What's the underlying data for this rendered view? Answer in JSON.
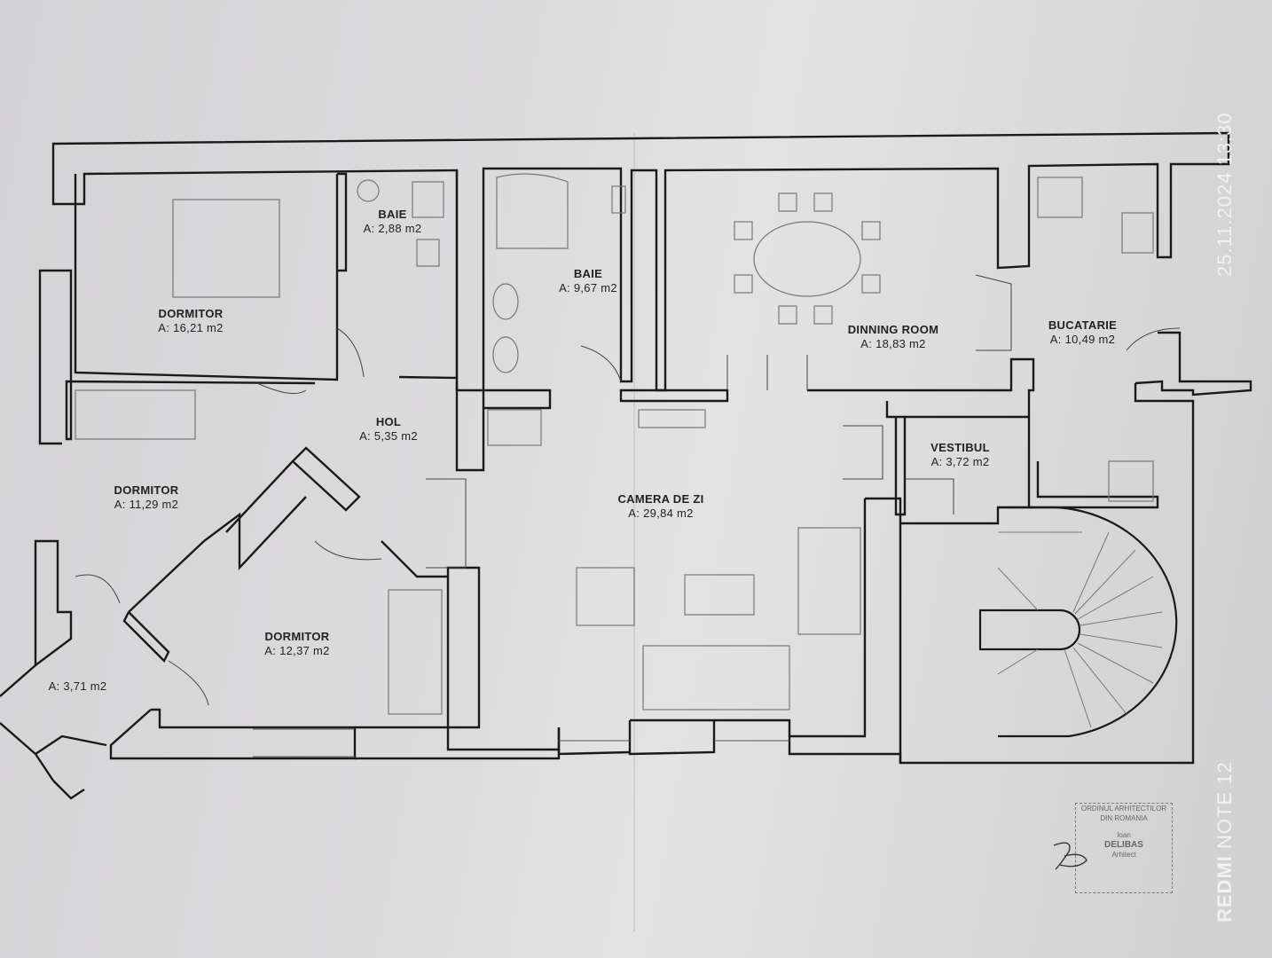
{
  "rooms": [
    {
      "name": "DORMITOR",
      "area": "A: 16,21 m2"
    },
    {
      "name": "BAIE",
      "area": "A: 2,88 m2"
    },
    {
      "name": "BAIE",
      "area": "A: 9,67 m2"
    },
    {
      "name": "DINNING ROOM",
      "area": "A: 18,83 m2"
    },
    {
      "name": "BUCATARIE",
      "area": "A: 10,49 m2"
    },
    {
      "name": "HOL",
      "area": "A: 5,35 m2"
    },
    {
      "name": "VESTIBUL",
      "area": "A: 3,72 m2"
    },
    {
      "name": "DORMITOR",
      "area": "A: 11,29 m2"
    },
    {
      "name": "CAMERA DE ZI",
      "area": "A: 29,84 m2"
    },
    {
      "name": "DORMITOR",
      "area": "A: 12,37 m2"
    },
    {
      "name": "",
      "area": "A: 3,71 m2"
    }
  ],
  "photo": {
    "brand": "REDMI",
    "model": "NOTE 12",
    "timestamp": "25.11.2024  13:30"
  },
  "stamp": {
    "line1": "ORDINUL ARHITECTILOR",
    "line2": "DIN ROMANIA",
    "name1": "Ioan",
    "name2": "DELIBAS",
    "role": "Arhitect"
  },
  "colors": {
    "wall": "#1a1a1a",
    "paper": "#dcdbdc",
    "furniture": "#777777"
  }
}
